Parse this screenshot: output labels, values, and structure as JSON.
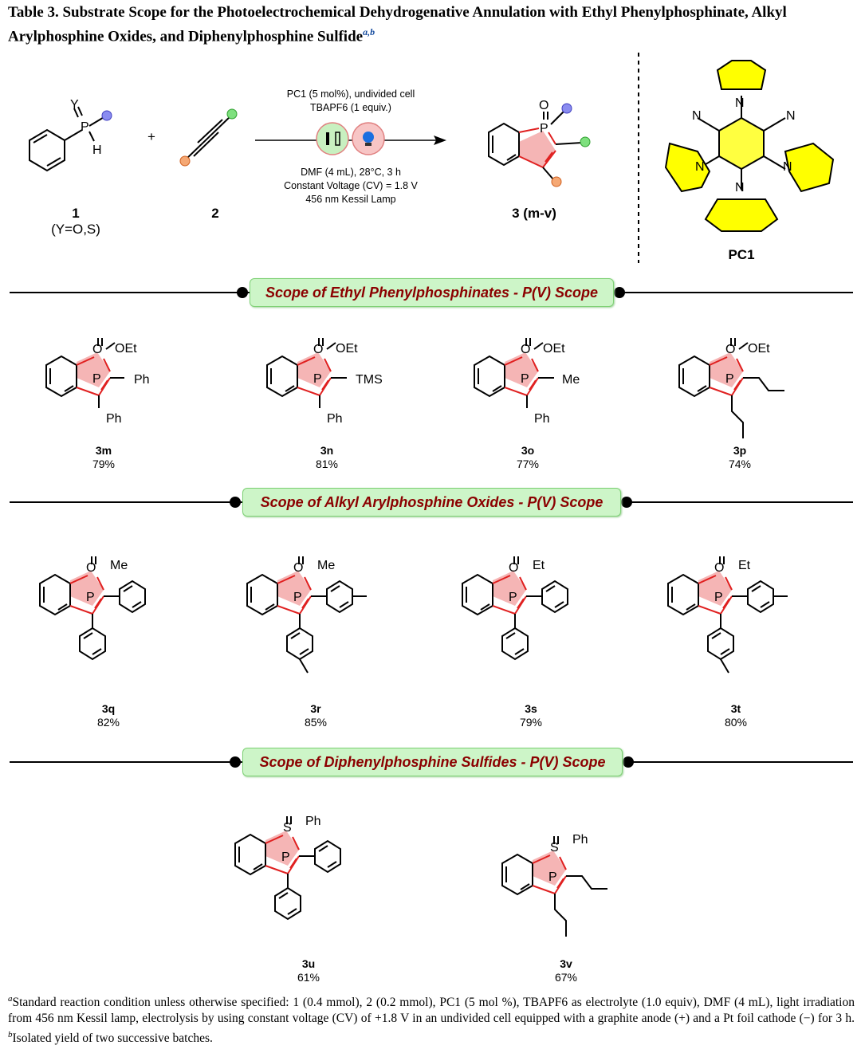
{
  "caption": {
    "text": "Table 3. Substrate Scope for the Photoelectrochemical Dehydrogenative Annulation with Ethyl Phenylphosphinate, Alkyl Arylphosphine Oxides, and Diphenylphosphine Sulfide",
    "sup": "a,b"
  },
  "reaction": {
    "reagent1_label": "1",
    "reagent1_sub": "(Y=O,S)",
    "reagent2_label": "2",
    "plus": "+",
    "product_label": "3 (m-v)",
    "cond_top1": "PC1 (5 mol%), undivided cell",
    "cond_top2": "TBAPF6 (1 equiv.)",
    "cond_bot1": "DMF (4 mL), 28°C, 3 h",
    "cond_bot2": "Constant Voltage (CV) = 1.8 V",
    "cond_bot3": "456 nm Kessil Lamp",
    "catalyst_label": "PC1"
  },
  "sections": [
    {
      "title": "Scope of Ethyl Phenylphosphinates - P(V) Scope"
    },
    {
      "title": "Scope of Alkyl Arylphosphine Oxides - P(V) Scope"
    },
    {
      "title": "Scope of Diphenylphosphine Sulfides - P(V) Scope"
    }
  ],
  "compounds": [
    {
      "id": "3m",
      "yield": "79%",
      "y": "O",
      "r": "OEt",
      "sub2": "Ph",
      "sub3": "Ph"
    },
    {
      "id": "3n",
      "yield": "81%",
      "y": "O",
      "r": "OEt",
      "sub2": "TMS",
      "sub3": "Ph"
    },
    {
      "id": "3o",
      "yield": "77%",
      "y": "O",
      "r": "OEt",
      "sub2": "Me",
      "sub3": "Ph"
    },
    {
      "id": "3p",
      "yield": "74%",
      "y": "O",
      "r": "OEt"
    },
    {
      "id": "3q",
      "yield": "82%",
      "y": "O",
      "r": "Me"
    },
    {
      "id": "3r",
      "yield": "85%",
      "y": "O",
      "r": "Me"
    },
    {
      "id": "3s",
      "yield": "79%",
      "y": "O",
      "r": "Et"
    },
    {
      "id": "3t",
      "yield": "80%",
      "y": "O",
      "r": "Et"
    },
    {
      "id": "3u",
      "yield": "61%",
      "y": "S",
      "r": "Ph"
    },
    {
      "id": "3v",
      "yield": "67%",
      "y": "S",
      "r": "Ph"
    }
  ],
  "footnote": {
    "a": "Standard reaction condition unless otherwise specified: 1 (0.4 mmol), 2 (0.2 mmol), PC1 (5 mol %), TBAPF6 as electrolyte (1.0 equiv), DMF (4 mL), light irradiation from 456 nm Kessil lamp, electrolysis by using constant voltage (CV) of +1.8 V in an undivided cell equipped with a graphite anode (+) and a Pt foil cathode (−) for 3 h.",
    "b": "Isolated yield of two successive batches."
  },
  "colors": {
    "ring_fill": "#f5b5b5",
    "ring_stroke": "#e02020",
    "banner_bg": "#cdf5c8",
    "banner_text": "#8b0000",
    "carbazole": "#ffff00",
    "blue_dot": "#8a8cf0",
    "green_dot": "#7ee07e",
    "orange_dot": "#f5a874"
  }
}
